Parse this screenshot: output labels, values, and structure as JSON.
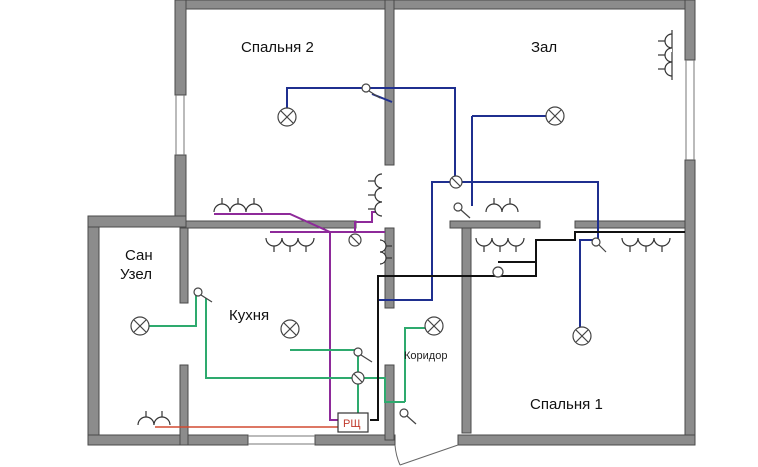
{
  "rooms": {
    "bedroom2": "Спальня 2",
    "hall": "Зал",
    "bathroom_line1": "Сан",
    "bathroom_line2": "Узел",
    "kitchen": "Кухня",
    "corridor": "Коридор",
    "bedroom1": "Спальня 1"
  },
  "panel": {
    "label": "РЩ"
  },
  "colors": {
    "wall": "#8a8a8a",
    "wall_edge": "#555555",
    "wire_blue": "#1f2f8f",
    "wire_purple": "#8e2a9a",
    "wire_green": "#2eaa6e",
    "wire_black": "#111111",
    "wire_red": "#d24a30"
  }
}
